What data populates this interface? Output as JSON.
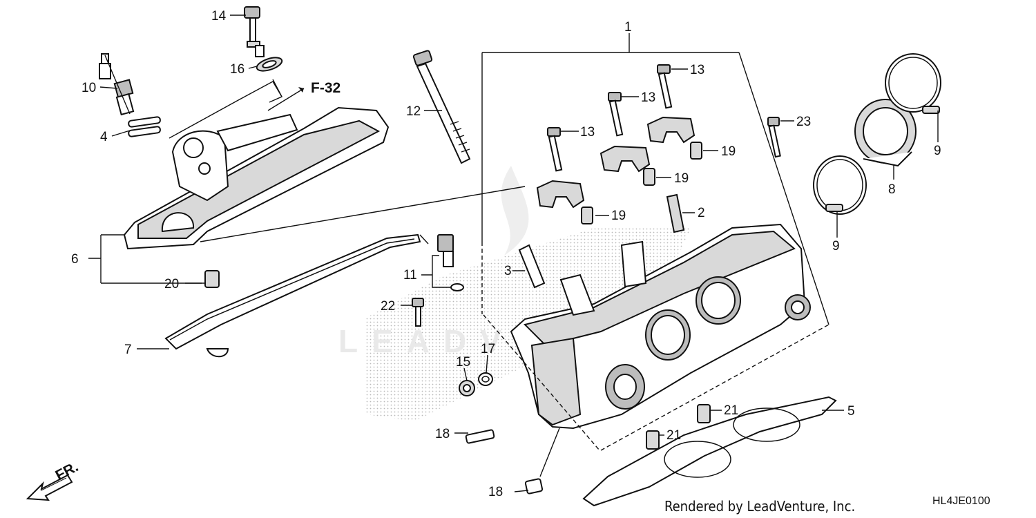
{
  "diagram": {
    "drawing_code": "HL4JE0100",
    "footer_credit": "Rendered by LeadVenture, Inc.",
    "reference": "F-32",
    "direction_label": "FR.",
    "watermark": "LEADVENTURE"
  },
  "callouts": [
    {
      "id": "c1",
      "label": "1"
    },
    {
      "id": "c2",
      "label": "2"
    },
    {
      "id": "c3",
      "label": "3"
    },
    {
      "id": "c4",
      "label": "4"
    },
    {
      "id": "c5",
      "label": "5"
    },
    {
      "id": "c6",
      "label": "6"
    },
    {
      "id": "c7",
      "label": "7"
    },
    {
      "id": "c8",
      "label": "8"
    },
    {
      "id": "c9a",
      "label": "9"
    },
    {
      "id": "c9b",
      "label": "9"
    },
    {
      "id": "c10",
      "label": "10"
    },
    {
      "id": "c11",
      "label": "11"
    },
    {
      "id": "c12",
      "label": "12"
    },
    {
      "id": "c13a",
      "label": "13"
    },
    {
      "id": "c13b",
      "label": "13"
    },
    {
      "id": "c13c",
      "label": "13"
    },
    {
      "id": "c14",
      "label": "14"
    },
    {
      "id": "c15",
      "label": "15"
    },
    {
      "id": "c16",
      "label": "16"
    },
    {
      "id": "c17",
      "label": "17"
    },
    {
      "id": "c18a",
      "label": "18"
    },
    {
      "id": "c18b",
      "label": "18"
    },
    {
      "id": "c19a",
      "label": "19"
    },
    {
      "id": "c19b",
      "label": "19"
    },
    {
      "id": "c19c",
      "label": "19"
    },
    {
      "id": "c20",
      "label": "20"
    },
    {
      "id": "c21a",
      "label": "21"
    },
    {
      "id": "c21b",
      "label": "21"
    },
    {
      "id": "c22",
      "label": "22"
    },
    {
      "id": "c23",
      "label": "23"
    }
  ]
}
